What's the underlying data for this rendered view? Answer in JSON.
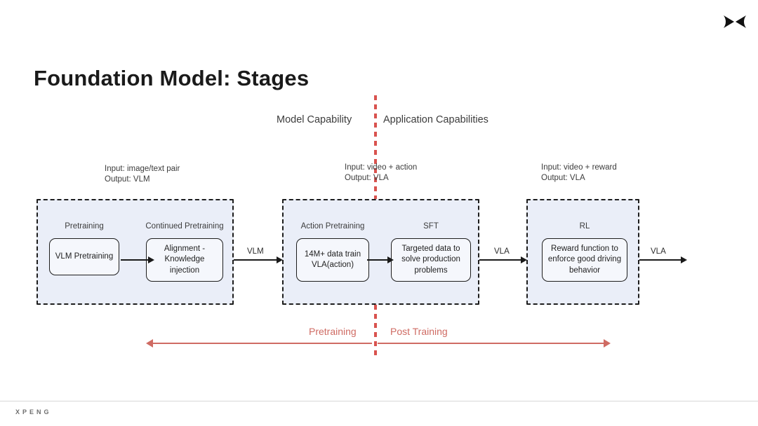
{
  "slide": {
    "title": "Foundation Model: Stages",
    "logo_icon": "xpeng-bowtie-icon",
    "footer_brand": "XPENG",
    "watermark_a": "",
    "watermark_b": ""
  },
  "columns": {
    "model_capability": "Model Capability",
    "application_capabilities": "Application Capabilities"
  },
  "io_labels": [
    {
      "id": "io-1",
      "line1": "Input: image/text pair",
      "line2": "Output: VLM"
    },
    {
      "id": "io-2",
      "line1": "Input: video + action",
      "line2": "Output: VLA"
    },
    {
      "id": "io-3",
      "line1": "Input: video + reward",
      "line2": "Output: VLA"
    }
  ],
  "groups": [
    {
      "id": "group-pretraining",
      "stages": [
        {
          "title": "Pretraining",
          "node": "VLM Pretraining"
        },
        {
          "title": "Continued Pretraining",
          "node": "Alignment - Knowledge injection"
        }
      ]
    },
    {
      "id": "group-action-sft",
      "stages": [
        {
          "title": "Action Pretraining",
          "node": "14M+ data train VLA(action)"
        },
        {
          "title": "SFT",
          "node": "Targeted data to solve production problems"
        }
      ]
    },
    {
      "id": "group-rl",
      "stages": [
        {
          "title": "RL",
          "node": "Reward function to enforce good driving behavior"
        }
      ]
    }
  ],
  "connectors": [
    {
      "id": "conn-1",
      "label": ""
    },
    {
      "id": "conn-2",
      "label": "VLM"
    },
    {
      "id": "conn-3",
      "label": ""
    },
    {
      "id": "conn-4",
      "label": "VLA"
    },
    {
      "id": "conn-5",
      "label": "VLA"
    }
  ],
  "phases": {
    "pretraining_label": "Pretraining",
    "post_training_label": "Post Training"
  },
  "colors": {
    "divider_red": "#d9534f",
    "phase_red": "#cf6b63",
    "group_fill": "#eaeef8",
    "node_fill": "#f5f7fc",
    "outline": "#1d1d1d"
  }
}
